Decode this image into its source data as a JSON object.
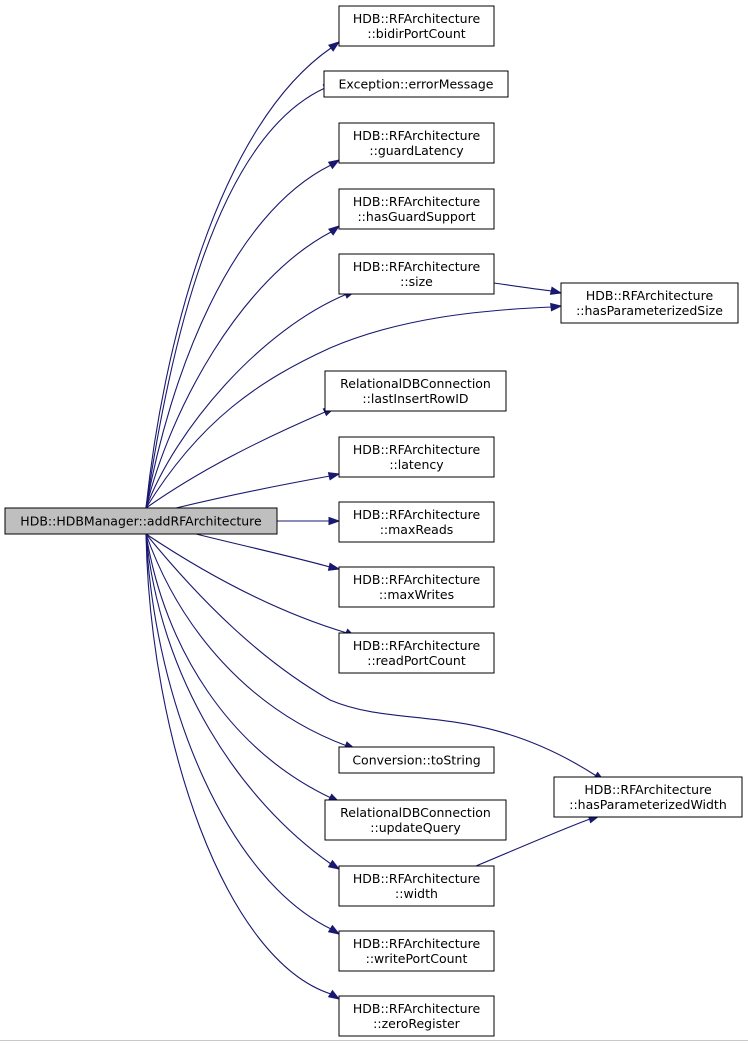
{
  "diagram": {
    "root": {
      "id": "root",
      "lines": [
        "HDB::HDBManager::addRFArchitecture"
      ]
    },
    "nodes": [
      {
        "id": "bidirPortCount",
        "lines": [
          "HDB::RFArchitecture",
          "::bidirPortCount"
        ]
      },
      {
        "id": "errorMessage",
        "lines": [
          "Exception::errorMessage"
        ]
      },
      {
        "id": "guardLatency",
        "lines": [
          "HDB::RFArchitecture",
          "::guardLatency"
        ]
      },
      {
        "id": "hasGuardSupport",
        "lines": [
          "HDB::RFArchitecture",
          "::hasGuardSupport"
        ]
      },
      {
        "id": "size",
        "lines": [
          "HDB::RFArchitecture",
          "::size"
        ]
      },
      {
        "id": "hasParameterizedSize",
        "lines": [
          "HDB::RFArchitecture",
          "::hasParameterizedSize"
        ]
      },
      {
        "id": "lastInsertRowID",
        "lines": [
          "RelationalDBConnection",
          "::lastInsertRowID"
        ]
      },
      {
        "id": "latency",
        "lines": [
          "HDB::RFArchitecture",
          "::latency"
        ]
      },
      {
        "id": "maxReads",
        "lines": [
          "HDB::RFArchitecture",
          "::maxReads"
        ]
      },
      {
        "id": "maxWrites",
        "lines": [
          "HDB::RFArchitecture",
          "::maxWrites"
        ]
      },
      {
        "id": "readPortCount",
        "lines": [
          "HDB::RFArchitecture",
          "::readPortCount"
        ]
      },
      {
        "id": "toString",
        "lines": [
          "Conversion::toString"
        ]
      },
      {
        "id": "hasParameterizedWidth",
        "lines": [
          "HDB::RFArchitecture",
          "::hasParameterizedWidth"
        ]
      },
      {
        "id": "updateQuery",
        "lines": [
          "RelationalDBConnection",
          "::updateQuery"
        ]
      },
      {
        "id": "width",
        "lines": [
          "HDB::RFArchitecture",
          "::width"
        ]
      },
      {
        "id": "writePortCount",
        "lines": [
          "HDB::RFArchitecture",
          "::writePortCount"
        ]
      },
      {
        "id": "zeroRegister",
        "lines": [
          "HDB::RFArchitecture",
          "::zeroRegister"
        ]
      }
    ],
    "edges": [
      {
        "from": "root",
        "to": "bidirPortCount"
      },
      {
        "from": "root",
        "to": "errorMessage"
      },
      {
        "from": "root",
        "to": "guardLatency"
      },
      {
        "from": "root",
        "to": "hasGuardSupport"
      },
      {
        "from": "root",
        "to": "size"
      },
      {
        "from": "root",
        "to": "hasParameterizedSize"
      },
      {
        "from": "size",
        "to": "hasParameterizedSize"
      },
      {
        "from": "root",
        "to": "lastInsertRowID"
      },
      {
        "from": "root",
        "to": "latency"
      },
      {
        "from": "root",
        "to": "maxReads"
      },
      {
        "from": "root",
        "to": "maxWrites"
      },
      {
        "from": "root",
        "to": "readPortCount"
      },
      {
        "from": "root",
        "to": "hasParameterizedWidth"
      },
      {
        "from": "root",
        "to": "toString"
      },
      {
        "from": "root",
        "to": "updateQuery"
      },
      {
        "from": "root",
        "to": "width"
      },
      {
        "from": "width",
        "to": "hasParameterizedWidth"
      },
      {
        "from": "root",
        "to": "writePortCount"
      },
      {
        "from": "root",
        "to": "zeroRegister"
      }
    ],
    "colors": {
      "edge": "#191970",
      "root_fill": "#bfbfbf",
      "node_fill": "#ffffff",
      "node_stroke": "#000000"
    }
  }
}
